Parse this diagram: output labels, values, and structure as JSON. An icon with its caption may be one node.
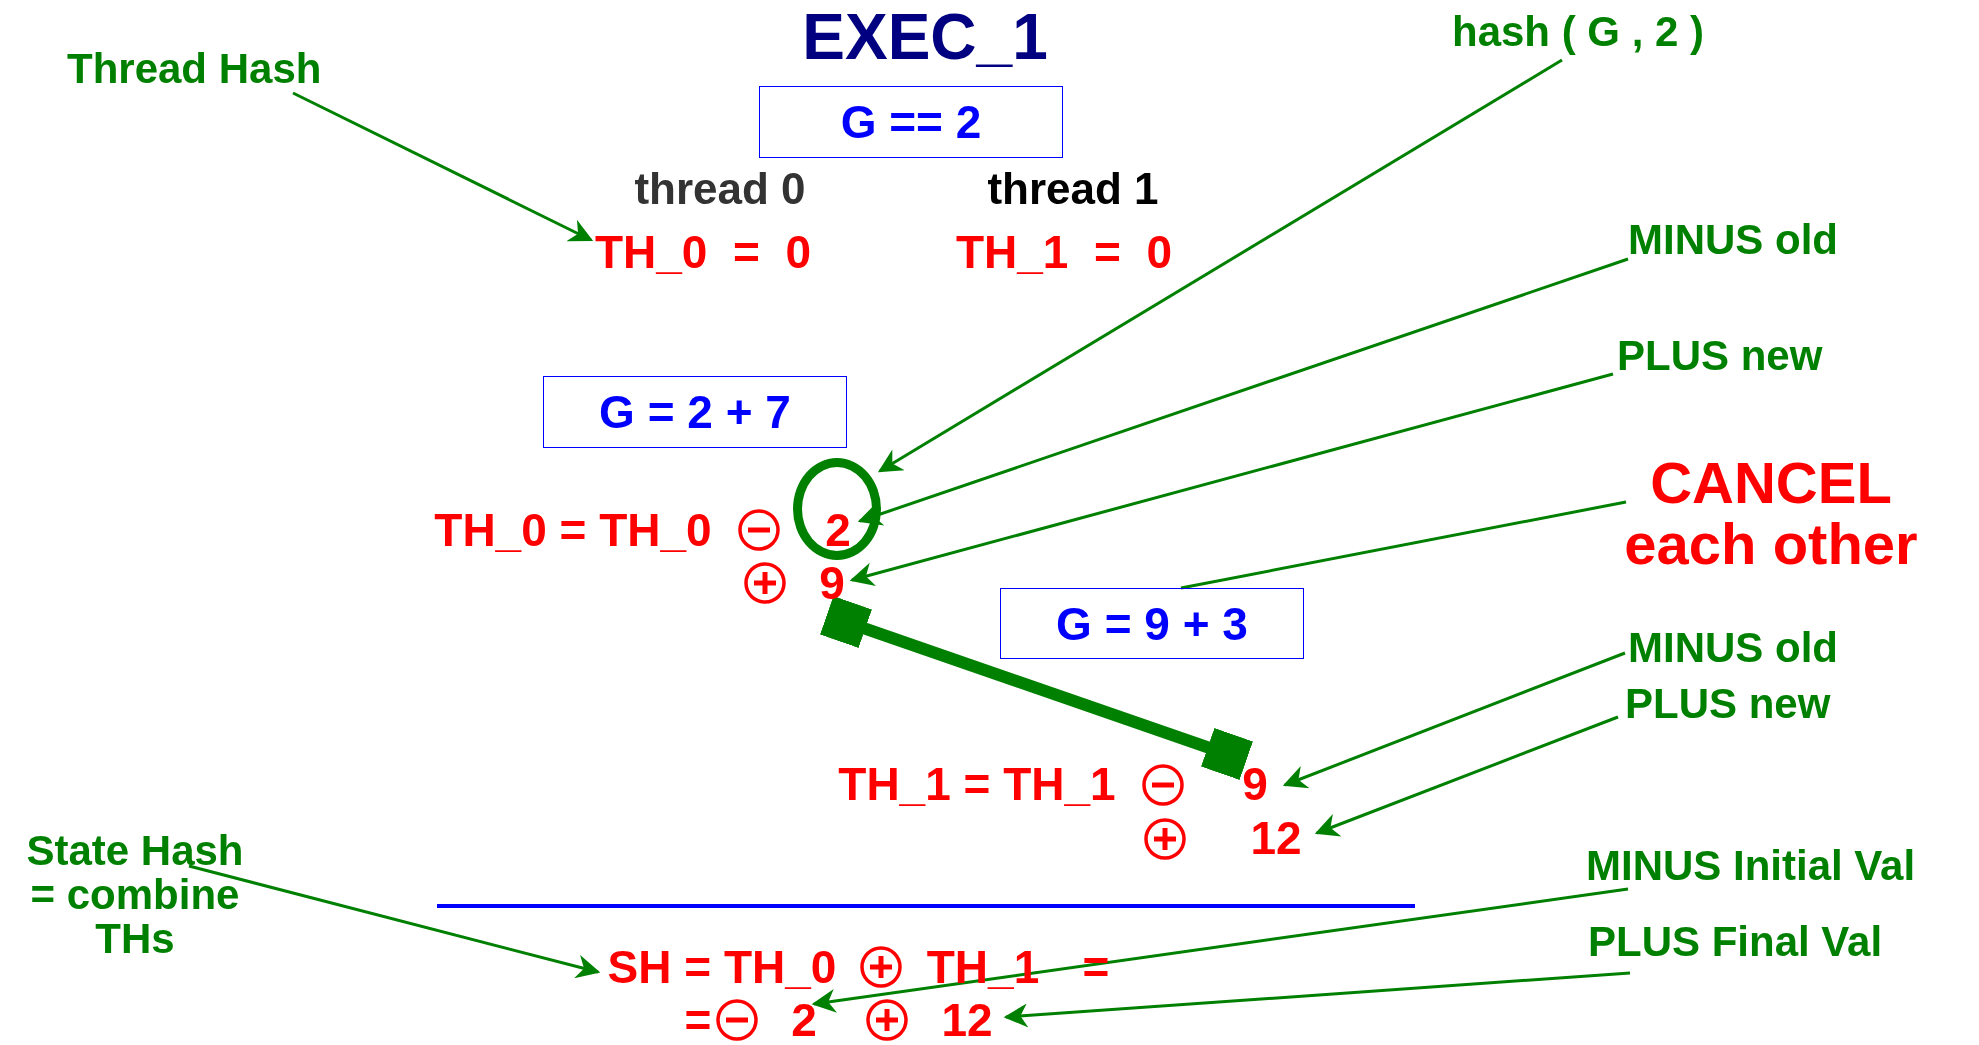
{
  "diagram": {
    "title": "EXEC_1",
    "nodes": [
      {
        "text": [
          "hash ( G , 2 )"
        ]
      },
      {
        "text": [
          "Thread Hash"
        ]
      },
      {
        "text": [
          "G == 2"
        ]
      },
      {
        "text": [
          "TH_0  =  0"
        ]
      },
      {
        "text": [
          "MINUS old"
        ]
      },
      {
        "text": [
          "PLUS new"
        ]
      },
      {
        "text": [
          "G = 2 + 7"
        ]
      },
      {
        "text": [],
        "shape": "circle"
      },
      {
        "text": [
          "CANCEL each other"
        ]
      },
      {
        "text": [
          "2"
        ],
        "in": 7
      },
      {
        "text": [
          "9"
        ]
      },
      {
        "text": [
          "MINUS old"
        ]
      },
      {
        "text": [
          "G = 9 + 3"
        ]
      },
      {
        "text": [
          "PLUS new"
        ]
      },
      {
        "text": [
          "9"
        ]
      },
      {
        "text": [
          "12"
        ]
      },
      {
        "text": [
          "State Hash = combine THs"
        ]
      },
      {
        "text": [
          "MINUS Initial Val"
        ]
      },
      {
        "text": [
          "PLUS Final Val"
        ]
      },
      {
        "text": [
          "SH = TH_0"
        ]
      },
      {
        "text": [
          "2"
        ]
      },
      {
        "text": [
          "12"
        ]
      }
    ],
    "edges": [
      {
        "from": 1,
        "to": 3,
        "arrow": "to"
      },
      {
        "from": 0,
        "to": 7,
        "arrow": "to"
      },
      {
        "from": 4,
        "to": 9,
        "arrow": "to"
      },
      {
        "from": 5,
        "to": 10,
        "arrow": "to"
      },
      {
        "from": 8,
        "to": 12,
        "arrow": "none"
      },
      {
        "from": 10,
        "to": 14,
        "arrow": "other",
        "style": "thick"
      },
      {
        "from": 11,
        "to": 14,
        "arrow": "to"
      },
      {
        "from": 13,
        "to": 15,
        "arrow": "to"
      },
      {
        "from": 16,
        "to": 19,
        "arrow": "to"
      },
      {
        "from": 17,
        "to": 20,
        "arrow": "to"
      },
      {
        "from": 18,
        "to": 21,
        "arrow": "to"
      }
    ],
    "labels": [
      "thread 0",
      "thread 1",
      "TH_1  =  0",
      "TH_0 = TH_0",
      "TH_1 = TH_1",
      "TH_1",
      "=",
      "="
    ]
  }
}
